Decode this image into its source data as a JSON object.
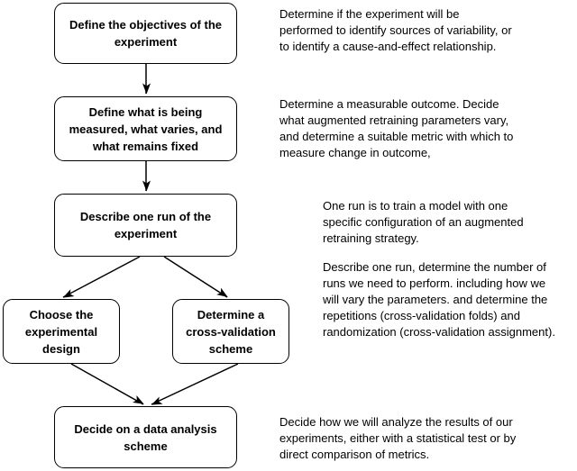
{
  "diagram": {
    "colors": {
      "background": "#ffffff",
      "box_fill": "#ffffff",
      "box_border": "#000000",
      "text": "#000000",
      "arrow": "#000000"
    },
    "boxes": [
      {
        "id": "objectives",
        "lines": [
          "Define the objectives of the",
          "experiment"
        ]
      },
      {
        "id": "measured",
        "lines": [
          "Define what is being",
          "measured, what varies, and",
          "what remains fixed"
        ]
      },
      {
        "id": "one-run",
        "lines": [
          "Describe one run of the",
          "experiment"
        ]
      },
      {
        "id": "design",
        "lines": [
          "Choose the",
          "experimental",
          "design"
        ]
      },
      {
        "id": "cross-validation",
        "lines": [
          "Determine a",
          "cross-validation",
          "scheme"
        ]
      },
      {
        "id": "analysis",
        "lines": [
          "Decide on a data analysis",
          "scheme"
        ]
      }
    ],
    "annotations": [
      {
        "id": "objectives-note",
        "lines": [
          "Determine if the experiment will be",
          "performed to identify sources of variability, or",
          "to identify a cause-and-effect relationship."
        ]
      },
      {
        "id": "measured-note",
        "lines": [
          "Determine a measurable outcome. Decide",
          "what augmented retraining parameters vary,",
          "and determine a suitable metric with which to",
          "measure change in outcome,"
        ]
      },
      {
        "id": "one-run-note",
        "lines": [
          "One run is to train a model with one",
          "specific configuration of an augmented",
          "retraining strategy."
        ]
      },
      {
        "id": "runs-note",
        "lines": [
          "Describe one run, determine the number of",
          "runs we need to perform. including how we",
          "will vary the parameters. and determine the",
          "repetitions (cross-validation folds) and",
          "randomization (cross-validation assignment)."
        ]
      },
      {
        "id": "analysis-note",
        "lines": [
          "Decide how we will analyze the results of our",
          "experiments, either with a statistical test or by",
          "direct comparison of metrics."
        ]
      }
    ]
  }
}
